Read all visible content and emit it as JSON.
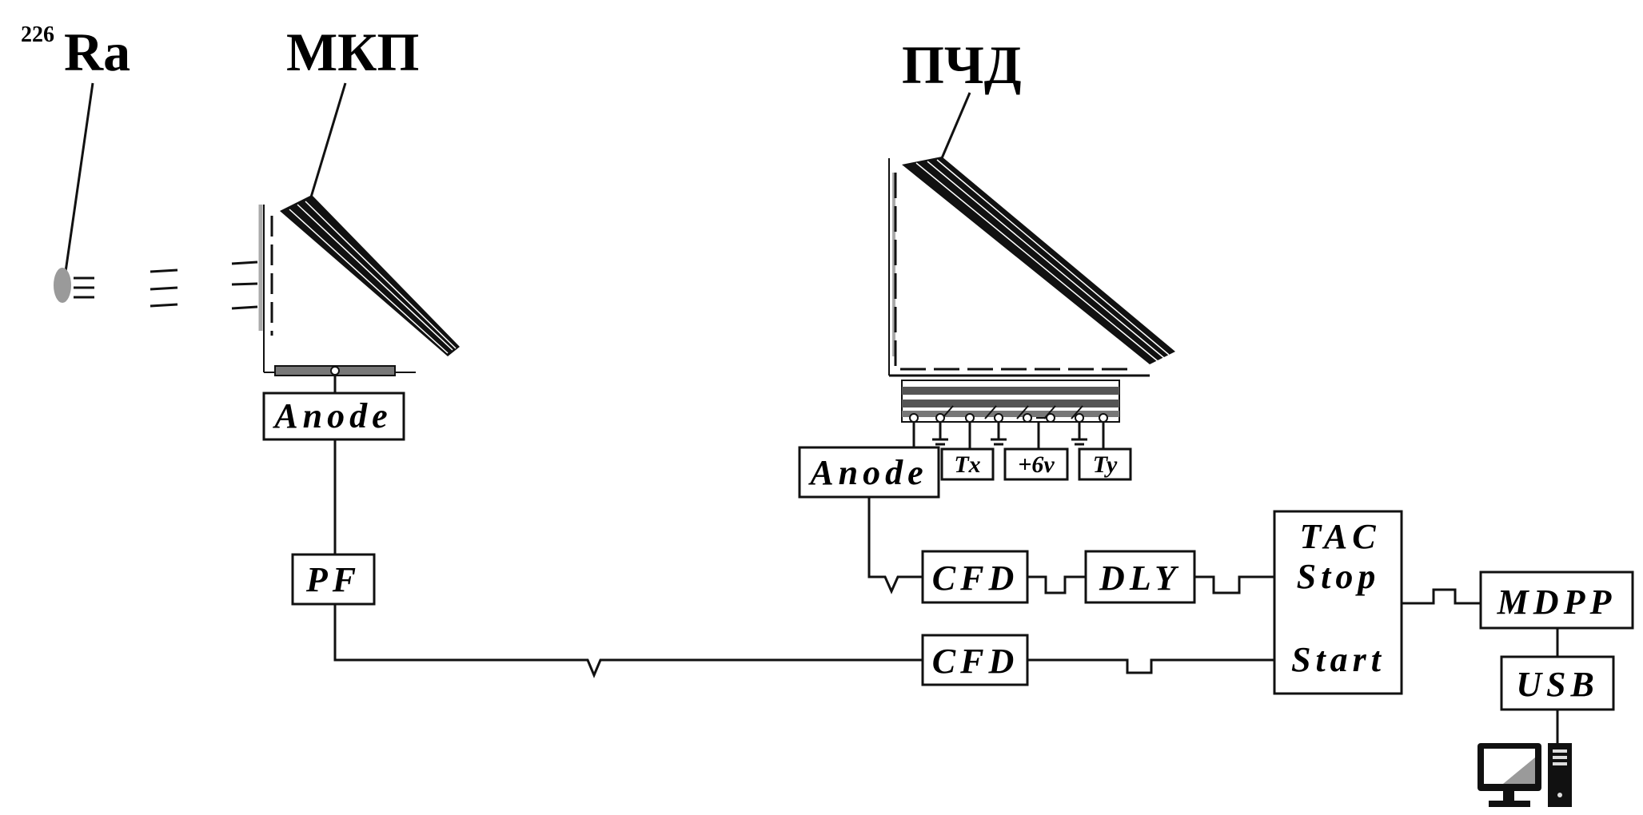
{
  "source_label": {
    "superscript": "226",
    "element": "Ra"
  },
  "detector_labels": {
    "mcp": "МКП",
    "pcd": "ПЧД"
  },
  "blocks": {
    "anode_left": "Anode",
    "anode_right": "Anode",
    "pf": "PF",
    "tx": "Tx",
    "plus6v": "+6v",
    "ty": "Ty",
    "cfd_top": "CFD",
    "dly": "DLY",
    "tac_line1": "TAC",
    "tac_line2": "Stop",
    "tac_start": "Start",
    "cfd_bottom": "CFD",
    "mdpp": "MDPP",
    "usb": "USB"
  }
}
